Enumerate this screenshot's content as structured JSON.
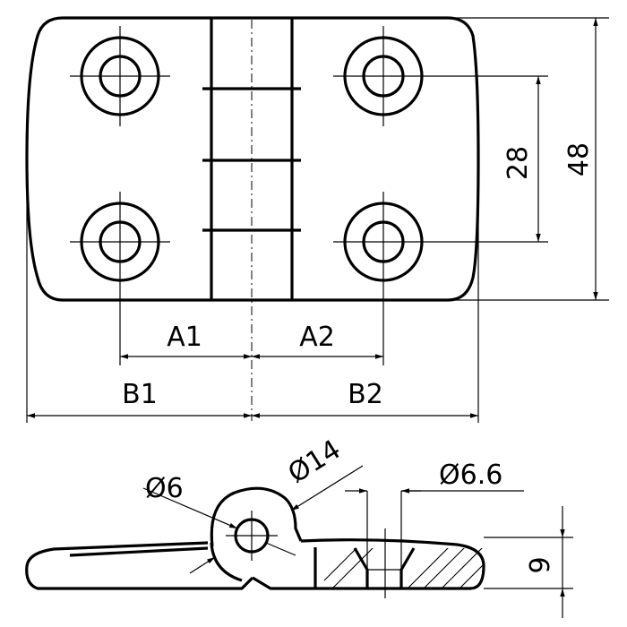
{
  "labels": {
    "a1": "A1",
    "a2": "A2",
    "b1": "B1",
    "b2": "B2",
    "dim_28": "28",
    "dim_48": "48",
    "dim_9": "9",
    "dia_6": "Ø6",
    "dia_14": "Ø14",
    "dia_6_6": "Ø6.6"
  }
}
